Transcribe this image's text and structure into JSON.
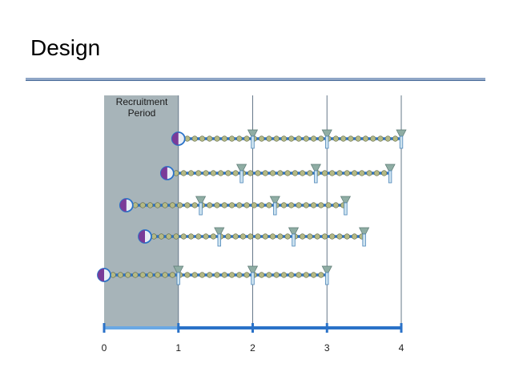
{
  "slide": {
    "title": "Design"
  },
  "diagram": {
    "recruitment_label": [
      "Recruitment",
      "Period"
    ],
    "axis": {
      "ticks": [
        "0",
        "1",
        "2",
        "3",
        "4"
      ],
      "range": [
        0,
        4
      ]
    },
    "recruitment_period": [
      0,
      1
    ],
    "participants": [
      {
        "enroll": 1.0,
        "end": 4.0,
        "visits": [
          2.0,
          3.0,
          4.0
        ]
      },
      {
        "enroll": 0.85,
        "end": 3.85,
        "visits": [
          1.85,
          2.85,
          3.85
        ]
      },
      {
        "enroll": 0.3,
        "end": 3.25,
        "visits": [
          1.3,
          2.3,
          3.25
        ]
      },
      {
        "enroll": 0.55,
        "end": 3.5,
        "visits": [
          1.55,
          2.55,
          3.5
        ]
      },
      {
        "enroll": 0.0,
        "end": 3.0,
        "visits": [
          1.0,
          2.0,
          3.0
        ]
      }
    ],
    "colors": {
      "recruitment_fill": "#a7b4b9",
      "timeline": "#2a72c8",
      "dot": "#b5b985",
      "funnel": "#8fada4",
      "enroll_purple": "#7a3b98",
      "axis": "#2a72c8",
      "axis_early": "#6aa8e4"
    }
  }
}
